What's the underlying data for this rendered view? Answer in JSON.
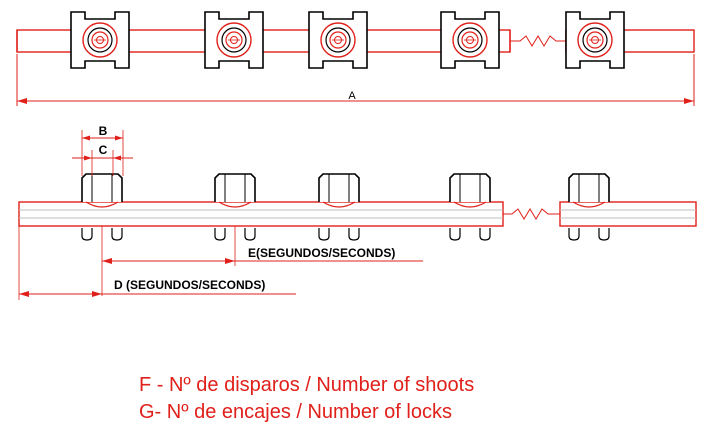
{
  "dimensions": {
    "A": "A",
    "B": "B",
    "C": "C",
    "D": "D (SEGUNDOS/SECONDS)",
    "E": "E(SEGUNDOS/SECONDS)"
  },
  "legend": {
    "F": "F - Nº de disparos / Number of shoots",
    "G": "G- Nº de encajes / Number of locks"
  },
  "colors": {
    "line": "#e0201a",
    "outline": "#000000",
    "text": "#000000"
  }
}
